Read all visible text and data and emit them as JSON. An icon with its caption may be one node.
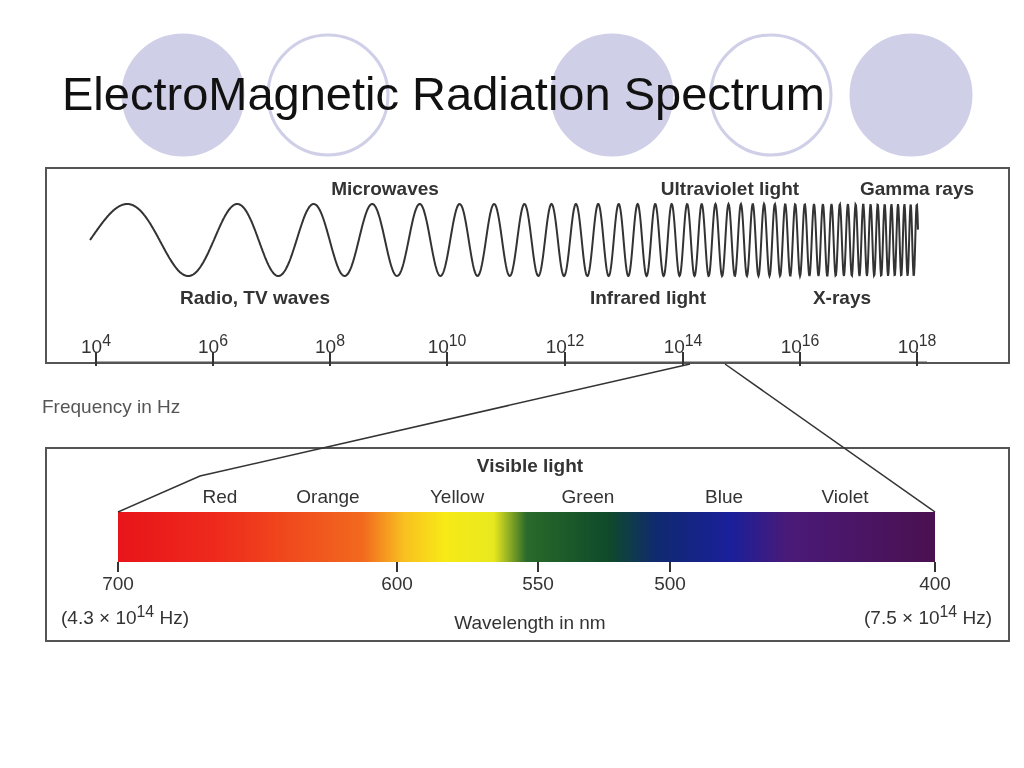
{
  "diagram": {
    "title": "ElectroMagnetic Radiation Spectrum",
    "nodes": [
      {
        "text": [
          "Microwaves",
          "Ultraviolet light",
          "Gamma rays",
          "Radio, TV waves",
          "Infrared light",
          "X-rays",
          "10$^{4}$",
          "10$^{6}$",
          "10$^{8}$",
          "10$^{10}$",
          "10$^{12}$",
          "10$^{14}$",
          "10$^{16}$",
          "10$^{18}$"
        ]
      },
      {
        "text": [
          "Visible light",
          "Red",
          "Orange",
          "Yellow",
          "Green",
          "Blue",
          "Violet",
          "700",
          "600",
          "550",
          "500",
          "400",
          "(4.3 × 10$^{14}$ Hz)",
          "Wavelength in nm",
          "(7.5 × 10$^{14}$ Hz)"
        ]
      },
      {
        "text": [],
        "shape": "bar",
        "in": 1
      }
    ],
    "edges": [
      {
        "from": 0,
        "to": 2,
        "arrow": "none"
      },
      {
        "from": 0,
        "to": 2,
        "arrow": "none"
      }
    ],
    "labels": [
      "Frequency in Hz"
    ]
  }
}
